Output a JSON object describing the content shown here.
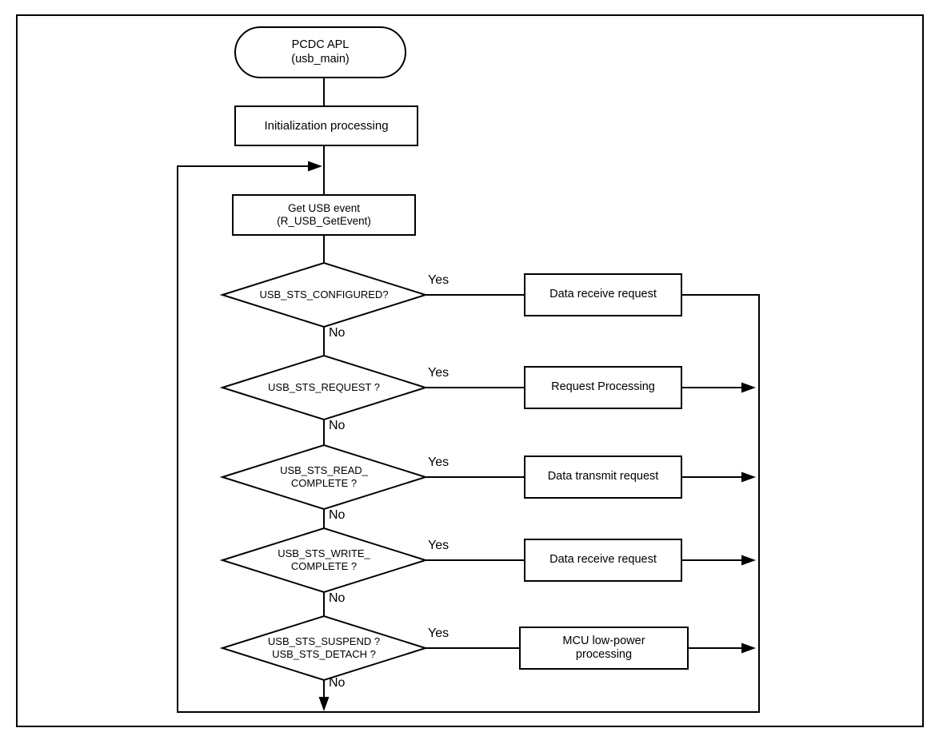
{
  "flowchart": {
    "start": {
      "label": "PCDC APL\n(usb_main)"
    },
    "init": {
      "label": "Initialization processing"
    },
    "get_event": {
      "label": "Get USB event\n(R_USB_GetEvent)"
    },
    "decisions": [
      {
        "condition": "USB_STS_CONFIGURED?",
        "yes": "Yes",
        "no": "No",
        "action": "Data receive request"
      },
      {
        "condition": "USB_STS_REQUEST ?",
        "yes": "Yes",
        "no": "No",
        "action": "Request Processing"
      },
      {
        "condition": "USB_STS_READ_\nCOMPLETE ?",
        "yes": "Yes",
        "no": "No",
        "action": "Data transmit request"
      },
      {
        "condition": "USB_STS_WRITE_\nCOMPLETE ?",
        "yes": "Yes",
        "no": "No",
        "action": "Data receive request"
      },
      {
        "condition": "USB_STS_SUSPEND ?\nUSB_STS_DETACH ?",
        "yes": "Yes",
        "no": "No",
        "action": "MCU low-power\nprocessing"
      }
    ],
    "colors": {
      "line": "#000000",
      "background": "#ffffff"
    }
  }
}
